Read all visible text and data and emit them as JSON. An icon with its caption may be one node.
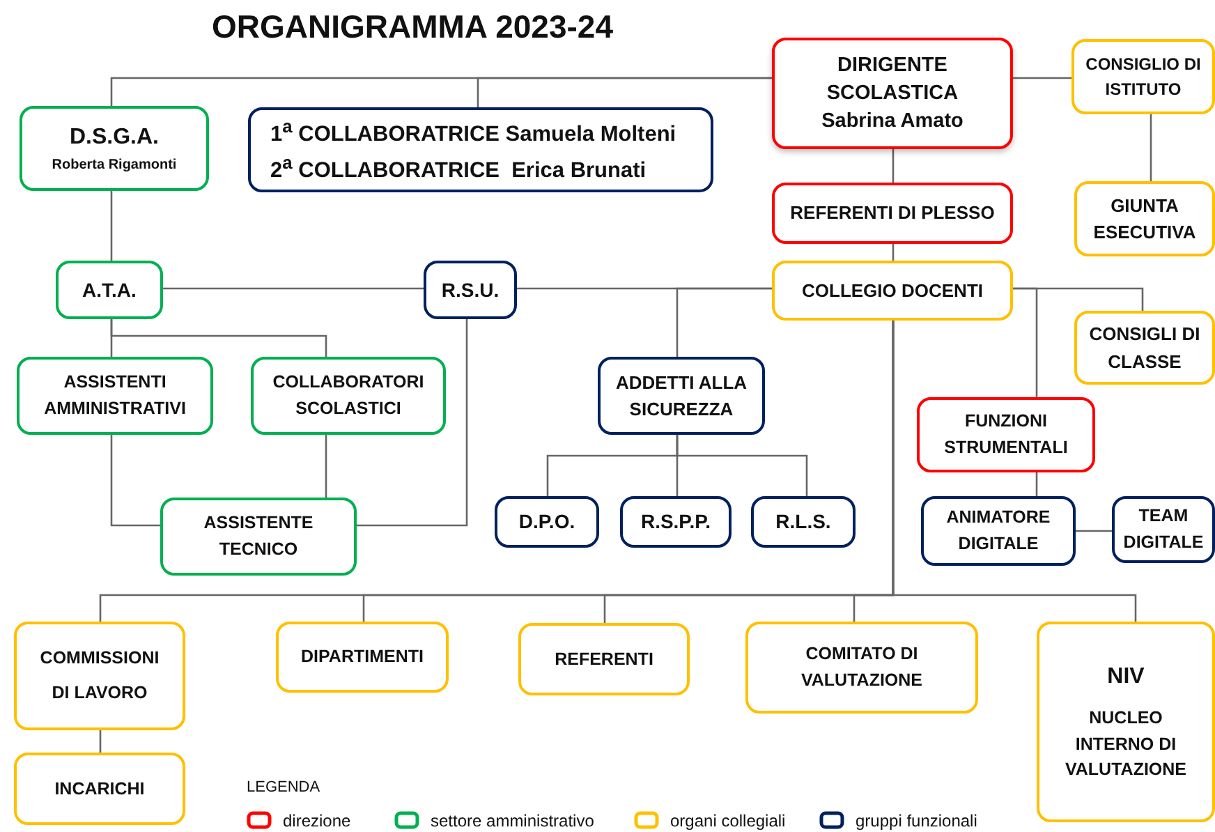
{
  "diagram": {
    "title": "ORGANIGRAMMA 2023-24",
    "nodes": [
      {
        "text": [
          "DIRIGENTE SCOLASTICA",
          "Sabrina Amato"
        ]
      },
      {
        "text": [
          "D.S.G.A.",
          "Roberta Rigamonti"
        ]
      },
      {
        "text": [
          "1$^{a}$ COLLABORATRICE Samuela Molteni",
          "2$^{a}$ COLLABORATRICE  Erica Brunati"
        ]
      },
      {
        "text": [
          "CONSIGLIO DI ISTITUTO"
        ]
      },
      {
        "text": [
          "REFERENTI DI PLESSO"
        ]
      },
      {
        "text": [
          "GIUNTA ESECUTIVA"
        ]
      },
      {
        "text": [
          "A.T.A."
        ]
      },
      {
        "text": [
          "R.S.U."
        ]
      },
      {
        "text": [
          "COLLEGIO DOCENTI"
        ]
      },
      {
        "text": [
          "CONSIGLI DI CLASSE"
        ]
      },
      {
        "text": [
          "ASSISTENTI AMMINISTRATIVI"
        ]
      },
      {
        "text": [
          "COLLABORATORI SCOLASTICI"
        ]
      },
      {
        "text": [
          "ADDETTI ALLA SICUREZZA"
        ]
      },
      {
        "text": [
          "FUNZIONI STRUMENTALI"
        ]
      },
      {
        "text": [
          "ASSISTENTE TECNICO"
        ]
      },
      {
        "text": [
          "D.P.O."
        ]
      },
      {
        "text": [
          "R.S.P.P."
        ]
      },
      {
        "text": [
          "R.L.S."
        ]
      },
      {
        "text": [
          "ANIMATORE DIGITALE"
        ]
      },
      {
        "text": [
          "TEAM DIGITALE"
        ]
      },
      {
        "text": [
          "COMMISSIONI DI LAVORO"
        ]
      },
      {
        "text": [
          "DIPARTIMENTI"
        ]
      },
      {
        "text": [
          "REFERENTI"
        ]
      },
      {
        "text": [
          "COMITATO DI VALUTAZIONE"
        ]
      },
      {
        "text": [
          "NIV",
          "NUCLEO INTERNO DI VALUTAZIONE"
        ]
      },
      {
        "text": [
          "INCARICHI"
        ]
      }
    ],
    "edges": [
      {
        "from": 0,
        "to": 1,
        "arrow": "none"
      },
      {
        "from": 0,
        "to": 2,
        "arrow": "none"
      },
      {
        "from": 0,
        "to": 3,
        "arrow": "none"
      },
      {
        "from": 0,
        "to": 4,
        "arrow": "none"
      },
      {
        "from": 3,
        "to": 5,
        "arrow": "none"
      },
      {
        "from": 4,
        "to": 8,
        "arrow": "none"
      },
      {
        "from": 1,
        "to": 6,
        "arrow": "none"
      },
      {
        "from": 6,
        "to": 7,
        "arrow": "none"
      },
      {
        "from": 7,
        "to": 8,
        "arrow": "none"
      },
      {
        "from": 8,
        "to": 12,
        "arrow": "none"
      },
      {
        "from": 8,
        "to": 9,
        "arrow": "none"
      },
      {
        "from": 8,
        "to": 13,
        "arrow": "none"
      },
      {
        "from": 6,
        "to": 10,
        "arrow": "none"
      },
      {
        "from": 6,
        "to": 11,
        "arrow": "none"
      },
      {
        "from": 10,
        "to": 14,
        "arrow": "none"
      },
      {
        "from": 11,
        "to": 14,
        "arrow": "none"
      },
      {
        "from": 7,
        "to": 14,
        "arrow": "none"
      },
      {
        "from": 12,
        "to": 15,
        "arrow": "none"
      },
      {
        "from": 12,
        "to": 16,
        "arrow": "none"
      },
      {
        "from": 12,
        "to": 17,
        "arrow": "none"
      },
      {
        "from": 13,
        "to": 18,
        "arrow": "none"
      },
      {
        "from": 18,
        "to": 19,
        "arrow": "none"
      },
      {
        "from": 8,
        "to": 20,
        "arrow": "none"
      },
      {
        "from": 8,
        "to": 21,
        "arrow": "none"
      },
      {
        "from": 8,
        "to": 22,
        "arrow": "none"
      },
      {
        "from": 8,
        "to": 23,
        "arrow": "none"
      },
      {
        "from": 8,
        "to": 24,
        "arrow": "none"
      },
      {
        "from": 20,
        "to": 25,
        "arrow": "none"
      }
    ],
    "labels": [
      "LEGENDA"
    ],
    "legend": [
      {
        "text": "direzione",
        "color": "#ff0000"
      },
      {
        "text": "settore amministrativo",
        "color": "#00b050"
      },
      {
        "text": "organi collegiali",
        "color": "#ffc000"
      },
      {
        "text": "gruppi funzionali",
        "color": "#002060"
      }
    ]
  }
}
